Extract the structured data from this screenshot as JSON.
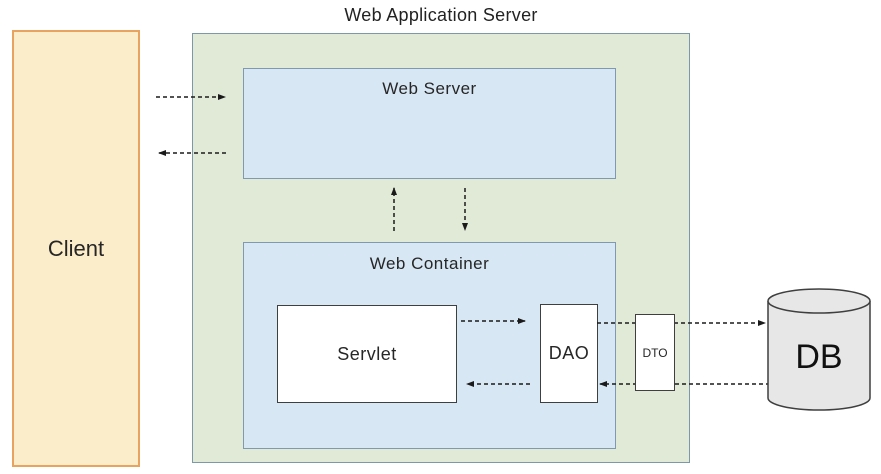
{
  "diagram": {
    "title": "Web Application Server",
    "nodes": {
      "client": {
        "label": "Client"
      },
      "web_server": {
        "label": "Web Server"
      },
      "web_container": {
        "label": "Web Container"
      },
      "servlet": {
        "label": "Servlet"
      },
      "dao": {
        "label": "DAO"
      },
      "dto": {
        "label": "DTO"
      },
      "db": {
        "label": "DB"
      }
    },
    "arrows": [
      {
        "name": "client-to-was",
        "from": "client",
        "to": "web_server",
        "style": "dashed"
      },
      {
        "name": "was-to-client",
        "from": "web_server",
        "to": "client",
        "style": "dashed"
      },
      {
        "name": "container-to-server",
        "from": "web_container",
        "to": "web_server",
        "style": "dashed"
      },
      {
        "name": "server-to-container",
        "from": "web_server",
        "to": "web_container",
        "style": "dashed"
      },
      {
        "name": "servlet-to-dao",
        "from": "servlet",
        "to": "dao",
        "style": "dashed"
      },
      {
        "name": "dao-to-servlet",
        "from": "dao",
        "to": "servlet",
        "style": "dashed"
      },
      {
        "name": "dao-to-db",
        "from": "dao",
        "to": "db",
        "via": "dto",
        "style": "dashed"
      },
      {
        "name": "db-to-dao",
        "from": "db",
        "to": "dao",
        "via": "dto",
        "style": "dashed"
      }
    ],
    "colors": {
      "client_fill": "#fcedca",
      "client_border": "#e8a35e",
      "was_fill": "#e0ead7",
      "was_border": "#7d98a9",
      "blue_fill": "#d8e7f4",
      "blue_border": "#8099b0",
      "white_fill": "#ffffff",
      "dark_border": "#3f3f3f",
      "db_fill": "#e7e7e7",
      "arrow": "#1a1a1a",
      "text": "#262626"
    }
  }
}
